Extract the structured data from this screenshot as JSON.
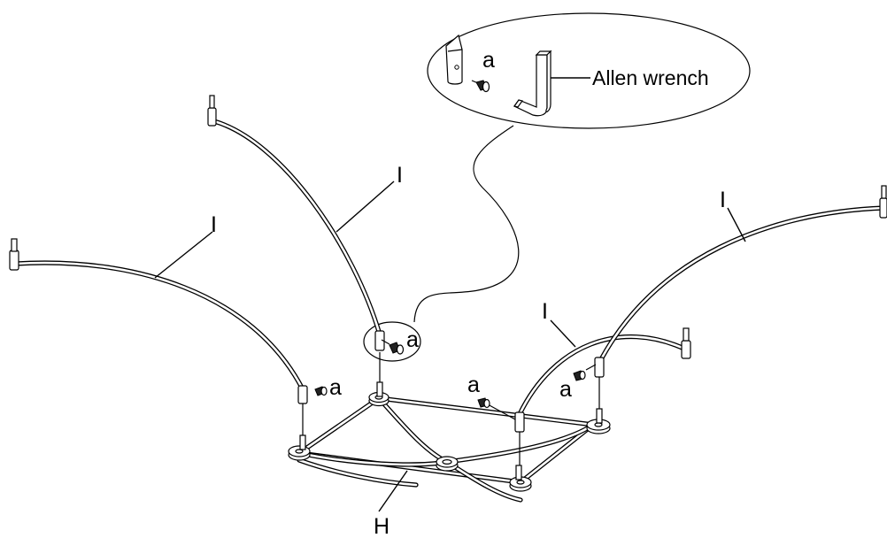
{
  "labels": {
    "screw": "a",
    "tool": "Allen wrench",
    "arm": "I",
    "base": "H"
  }
}
